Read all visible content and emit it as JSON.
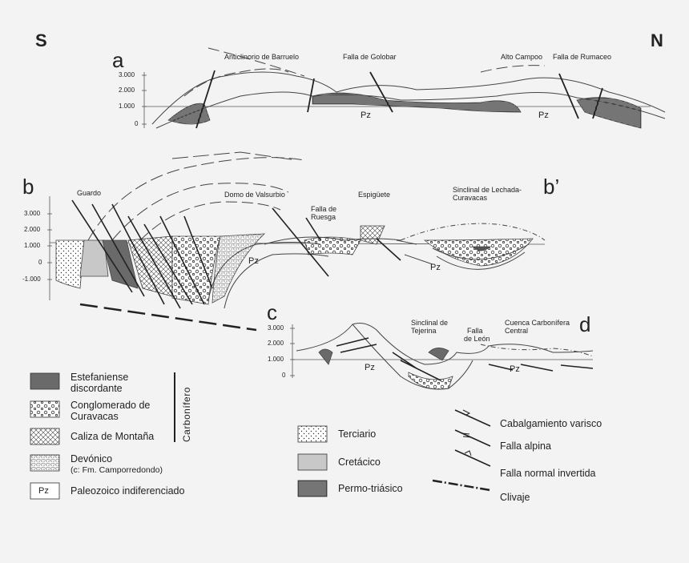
{
  "compass": {
    "south": "S",
    "north": "N"
  },
  "section_a": {
    "letter": "a",
    "labels": [
      "Anticlinorio de Barruelo",
      "Falla de Golobar",
      "Alto Campoo",
      "Falla de Rumaceo"
    ],
    "ticks": [
      "3.000",
      "2.000",
      "1.000",
      "0"
    ],
    "pz": [
      "Pz",
      "Pz"
    ]
  },
  "section_b": {
    "letter": "b",
    "letter_end": "b’",
    "labels": [
      "Guardo",
      "Domo de Valsurbio",
      "Falla de",
      "Ruesga",
      "Espigüete",
      "Sinclinal de Lechada-",
      "Curavacas"
    ],
    "ticks": [
      "3.000",
      "2.000",
      "1.000",
      "0",
      "-1.000"
    ],
    "pz": [
      "Pz",
      "Pz"
    ]
  },
  "section_c": {
    "letter": "c",
    "letter_end": "d",
    "labels": [
      "Sinclinal de",
      "Tejerina",
      "Falla",
      "de León",
      "Cuenca Carbonífera",
      "Central"
    ],
    "ticks": [
      "3.000",
      "2.000",
      "1.000",
      "0"
    ],
    "pz": [
      "Pz",
      "Pz"
    ]
  },
  "legend_left": {
    "group_label": "Carbonífero",
    "items": [
      {
        "line1": "Estefaniense",
        "line2": "discordante"
      },
      {
        "line1": "Conglomerado de",
        "line2": "Curavacas"
      },
      {
        "line1": "Caliza de Montaña",
        "line2": ""
      },
      {
        "line1": "Devónico",
        "line2": "(c: Fm. Camporredondo)"
      },
      {
        "line1": "Paleozoico indiferenciado",
        "line2": ""
      }
    ],
    "pz_box": "Pz"
  },
  "legend_mid": {
    "items": [
      "Terciario",
      "Cretácico",
      "Permo-triásico"
    ]
  },
  "legend_right": {
    "items": [
      "Cabalgamiento varisco",
      "Falla alpina",
      "Falla normal invertida",
      "Clivaje"
    ]
  }
}
